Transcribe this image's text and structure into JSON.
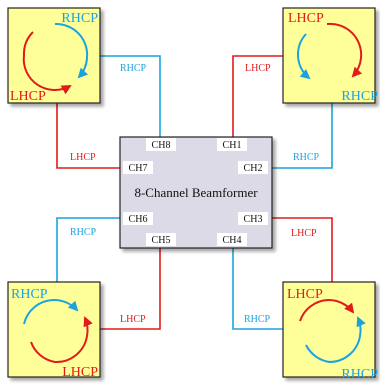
{
  "beamformer": {
    "title": "8-Channel Beamformer",
    "channels": {
      "ch1": "CH1",
      "ch2": "CH2",
      "ch3": "CH3",
      "ch4": "CH4",
      "ch5": "CH5",
      "ch6": "CH6",
      "ch7": "CH7",
      "ch8": "CH8"
    }
  },
  "antennas": {
    "top_left": {
      "top_label": "RHCP",
      "bottom_label": "LHCP"
    },
    "top_right": {
      "top_label": "LHCP",
      "bottom_label": "RHCP"
    },
    "bottom_left": {
      "top_label": "RHCP",
      "bottom_label": "LHCP"
    },
    "bottom_right": {
      "top_label": "LHCP",
      "bottom_label": "RHCP"
    }
  },
  "feed_lines": {
    "ch8": "RHCP",
    "ch7": "LHCP",
    "ch1": "LHCP",
    "ch2": "RHCP",
    "ch6": "RHCP",
    "ch5": "LHCP",
    "ch4": "RHCP",
    "ch3": "LHCP"
  },
  "colors": {
    "rhcp": "#1aa3e0",
    "lhcp": "#e11b1b",
    "patch_fill": "#ffff99",
    "beamformer_fill": "#dcdae6"
  }
}
